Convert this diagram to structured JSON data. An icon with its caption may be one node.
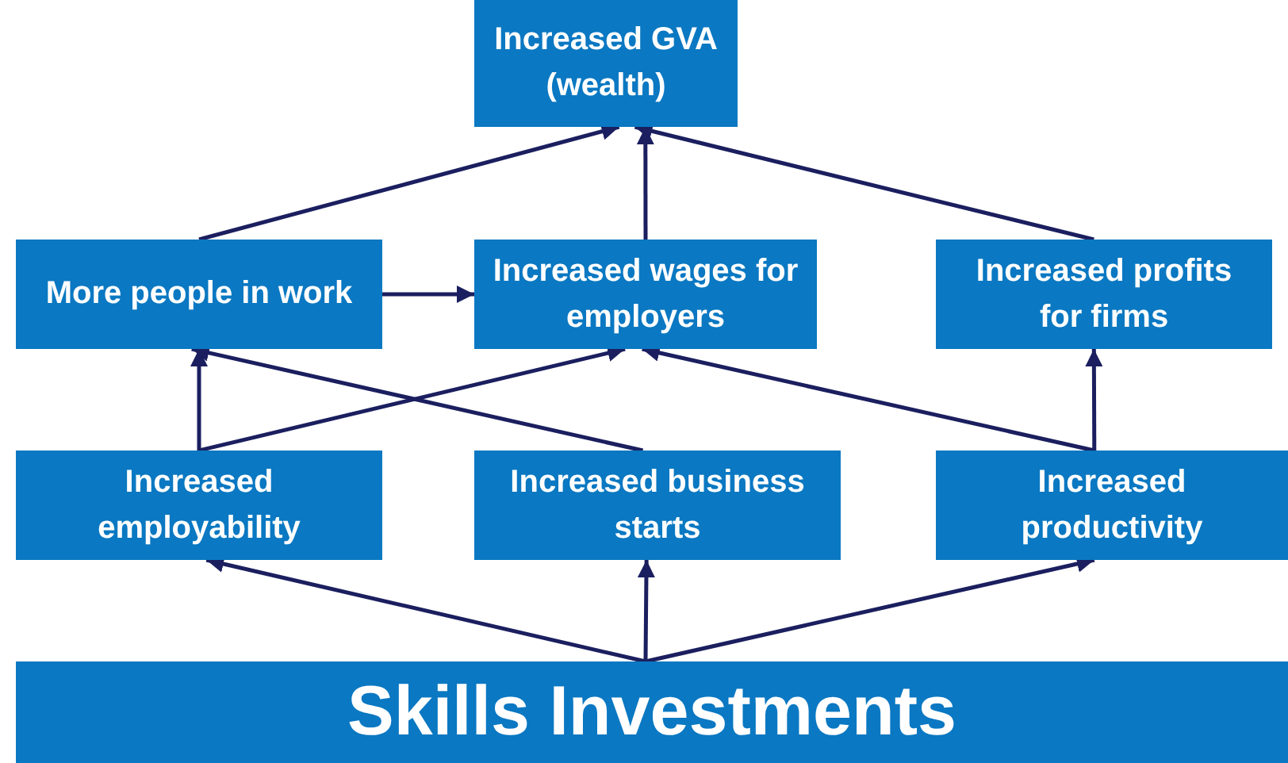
{
  "diagram": {
    "nodes": [
      {
        "text": [
          "Increased GVA (wealth)"
        ]
      },
      {
        "text": [
          "More people in work"
        ]
      },
      {
        "text": [
          "Increased wages for employers"
        ]
      },
      {
        "text": [
          "Increased profits for firms"
        ]
      },
      {
        "text": [
          "Increased employability"
        ]
      },
      {
        "text": [
          "Increased business starts"
        ]
      },
      {
        "text": [
          "Increased productivity"
        ]
      },
      {
        "text": [
          "Skills Investments"
        ]
      }
    ],
    "edges": [
      {
        "from": 7,
        "to": 4,
        "arrow": "to"
      },
      {
        "from": 7,
        "to": 5,
        "arrow": "to"
      },
      {
        "from": 7,
        "to": 6,
        "arrow": "to"
      },
      {
        "from": 4,
        "to": 1,
        "arrow": "to"
      },
      {
        "from": 4,
        "to": 2,
        "arrow": "to"
      },
      {
        "from": 5,
        "to": 1,
        "arrow": "to"
      },
      {
        "from": 6,
        "to": 2,
        "arrow": "to"
      },
      {
        "from": 6,
        "to": 3,
        "arrow": "to"
      },
      {
        "from": 1,
        "to": 2,
        "arrow": "to"
      },
      {
        "from": 1,
        "to": 0,
        "arrow": "to"
      },
      {
        "from": 2,
        "to": 0,
        "arrow": "to"
      },
      {
        "from": 3,
        "to": 0,
        "arrow": "to"
      }
    ]
  }
}
